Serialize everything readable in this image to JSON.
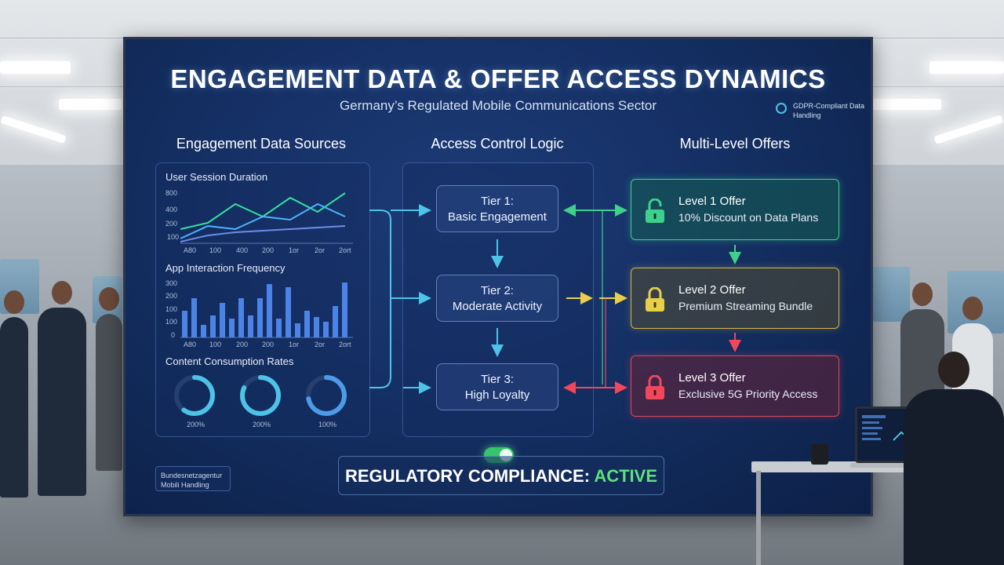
{
  "board": {
    "title": "ENGAGEMENT DATA & OFFER ACCESS DYNAMICS",
    "subtitle": "Germany’s Regulated Mobile Communications Sector",
    "gdpr_badge": "GDPR-Compliant Data Handling"
  },
  "columns": {
    "sources": "Engagement Data Sources",
    "logic": "Access Control Logic",
    "offers": "Multi-Level Offers"
  },
  "charts": {
    "session": {
      "label": "User Session Duration",
      "y_ticks": [
        "800",
        "400",
        "200",
        "100"
      ],
      "x_ticks": [
        "A80",
        "100",
        "400",
        "200",
        "1or",
        "2or",
        "2ort"
      ]
    },
    "interaction": {
      "label": "App Interaction Frequency",
      "y_ticks": [
        "300",
        "200",
        "100",
        "100",
        "0"
      ],
      "x_ticks": [
        "A80",
        "100",
        "200",
        "200",
        "1or",
        "2or",
        "2ort"
      ]
    },
    "consumption": {
      "label": "Content Consumption Rates",
      "gauges": [
        {
          "label": "200%",
          "fill": 0.6
        },
        {
          "label": "200%",
          "fill": 0.82
        },
        {
          "label": "100%",
          "fill": 0.72
        }
      ]
    }
  },
  "tiers": [
    {
      "line1": "Tier 1:",
      "line2": "Basic Engagement"
    },
    {
      "line1": "Tier 2:",
      "line2": "Moderate Activity"
    },
    {
      "line1": "Tier 3:",
      "line2": "High Loyalty"
    }
  ],
  "offers": [
    {
      "title": "Level 1 Offer",
      "desc": "10% Discount on Data Plans",
      "color": "#3fd08c"
    },
    {
      "title": "Level 2 Offer",
      "desc": "Premium Streaming Bundle",
      "color": "#e8cf4a"
    },
    {
      "title": "Level 3 Offer",
      "desc": "Exclusive 5G Priority Access",
      "color": "#f0475c"
    }
  ],
  "footer": {
    "bundes_label": "Bundesnetzagentur Mobili Handling",
    "compliance_prefix": "REGULATORY COMPLIANCE: ",
    "compliance_status": "ACTIVE",
    "toggle_on": true
  },
  "colors": {
    "accent_cyan": "#4dc3e8",
    "level1": "#3fd08c",
    "level2": "#e8cf4a",
    "level3": "#f0475c"
  }
}
